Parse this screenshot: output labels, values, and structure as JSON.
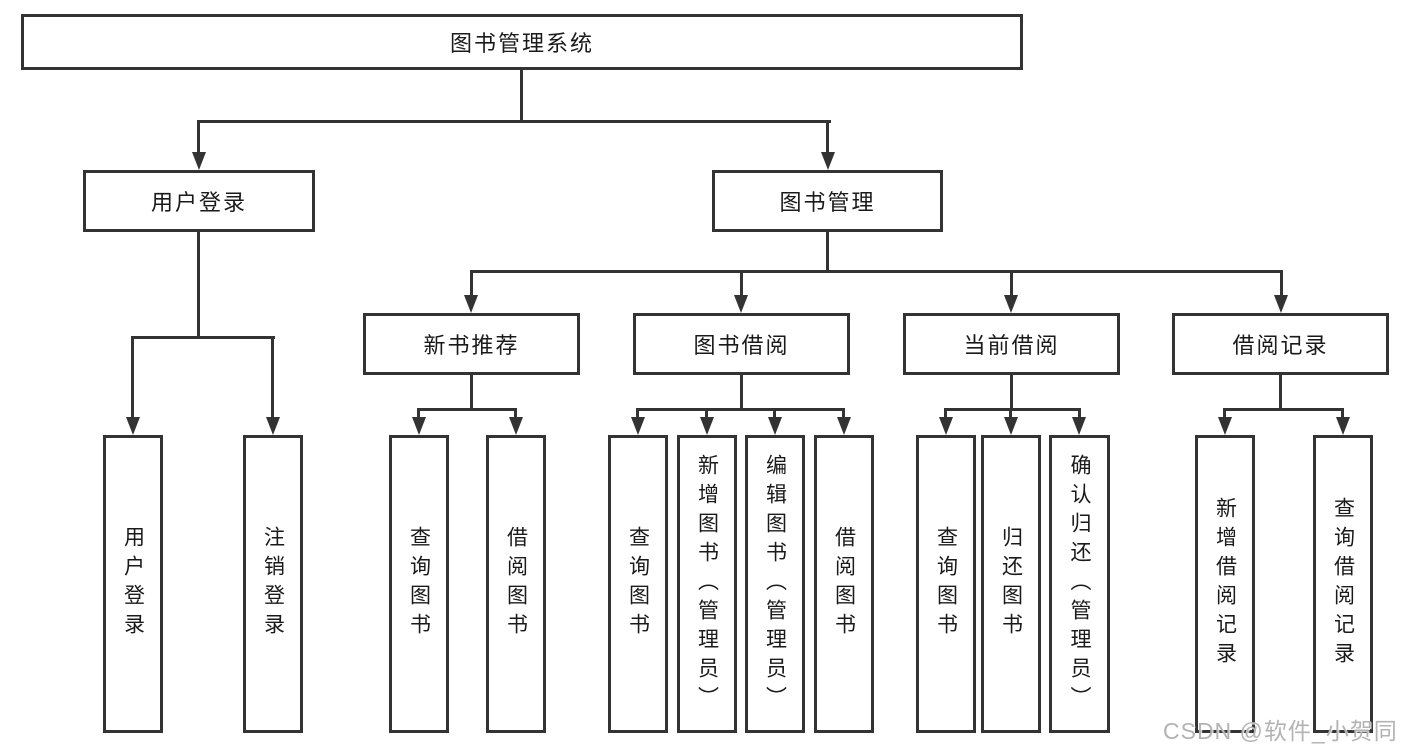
{
  "diagram": {
    "root": {
      "label": "图书管理系统"
    },
    "level2": {
      "user_login": {
        "label": "用户登录"
      },
      "book_management": {
        "label": "图书管理"
      }
    },
    "level3": {
      "new_book_recommend": {
        "label": "新书推荐"
      },
      "book_borrowing": {
        "label": "图书借阅"
      },
      "current_borrowing": {
        "label": "当前借阅"
      },
      "borrowing_records": {
        "label": "借阅记录"
      }
    },
    "leaves": {
      "user_login": [
        "用户登录",
        "注销登录"
      ],
      "new_book_recommend": [
        "查询图书",
        "借阅图书"
      ],
      "book_borrowing": [
        "查询图书",
        "新增图书（管理员）",
        "编辑图书（管理员）",
        "借阅图书"
      ],
      "current_borrowing": [
        "查询图书",
        "归还图书",
        "确认归还（管理员）"
      ],
      "borrowing_records": [
        "新增借阅记录",
        "查询借阅记录"
      ]
    }
  },
  "watermark": {
    "text": "CSDN @软件_小贺同学"
  },
  "colors": {
    "line": "#333333",
    "text": "#1a1a1a",
    "background": "#ffffff",
    "watermark": "#b3b3b3"
  }
}
